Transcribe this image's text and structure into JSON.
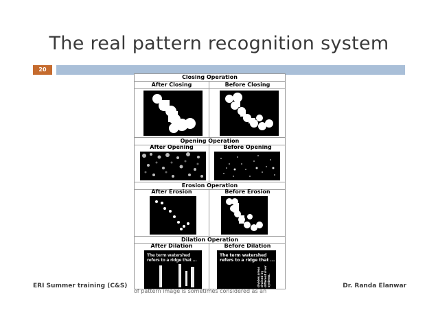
{
  "slide": {
    "title": "The real pattern recognition system",
    "number": "20",
    "footer_left": "ERI Summer training (C&S)",
    "footer_right": "Dr. Randa Elanwar",
    "caption_fragment": "of pattern image is sometimes considered as an"
  },
  "figure": {
    "sections": [
      {
        "title": "Closing Operation",
        "left_label": "After Closing",
        "right_label": "Before Closing"
      },
      {
        "title": "Opening Operation",
        "left_label": "After Opening",
        "right_label": "Before Opening"
      },
      {
        "title": "Erosion Operation",
        "left_label": "After Erosion",
        "right_label": "Before Erosion"
      },
      {
        "title": "Dilation Operation",
        "left_label": "After Dilation",
        "right_label": "Before Dilation"
      }
    ],
    "dilation_text_left": "The term watershed refers to a ridge that ...",
    "dilation_text_right": "The term watershed refers to a ridge that ...",
    "dilation_vertical_right": "divides areas drained by different river systems."
  },
  "colors": {
    "number_box": "#c56b2e",
    "header_bar": "#a9bfd8",
    "title_text": "#3a3a3a"
  }
}
